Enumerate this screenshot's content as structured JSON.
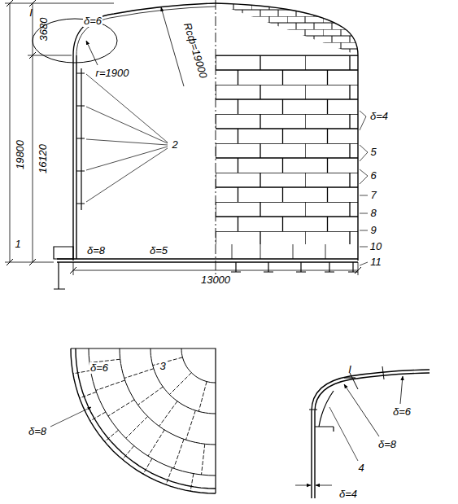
{
  "diagram": {
    "labels": [
      "3680",
      "I",
      "δ=6",
      "r=1900",
      "Rсф=19000",
      "19800",
      "16120",
      "2",
      "δ=4",
      "5",
      "6",
      "7",
      "8",
      "9",
      "10",
      "11",
      "δ=8",
      "δ=5",
      "1",
      "13000",
      "δ=6",
      "3",
      "δ=8",
      "I",
      "δ=6",
      "δ=8",
      "4",
      "δ=4"
    ]
  }
}
